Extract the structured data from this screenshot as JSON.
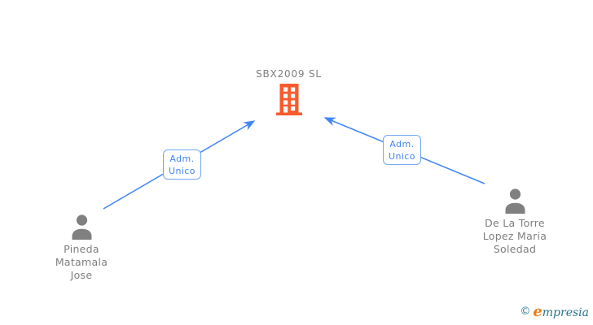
{
  "company": {
    "name": "SBX2009 SL"
  },
  "persons": [
    {
      "line1": "Pineda",
      "line2": "Matamala",
      "line3": "Jose"
    },
    {
      "line1": "De La Torre",
      "line2": "Lopez Maria",
      "line3": "Soledad"
    }
  ],
  "relations": [
    {
      "line1": "Adm.",
      "line2": "Unico"
    },
    {
      "line1": "Adm.",
      "line2": "Unico"
    }
  ],
  "footer": {
    "copyright": "©",
    "brand_head": "e",
    "brand_tail": "mpresia"
  },
  "colors": {
    "arrow_blue": "#4285f4",
    "relation_box_border": "#74a7f3",
    "building_orange": "#f95b2d",
    "text_gray": "#7e7e7e",
    "person_icon_gray": "#808080",
    "logo_teal": "#2b7a8c",
    "logo_orange": "#ee7d18"
  }
}
